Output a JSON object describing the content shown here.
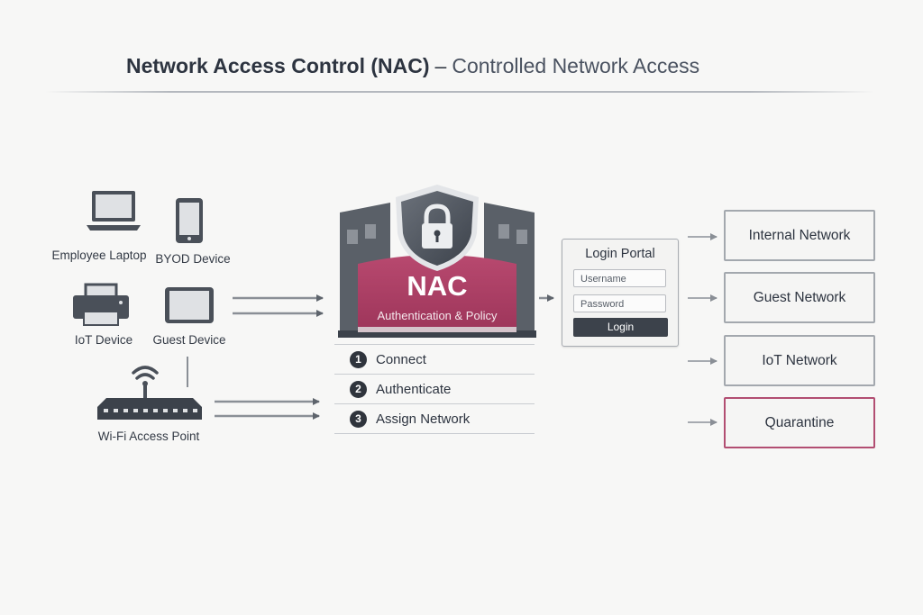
{
  "title": {
    "main": "Network Access Control (NAC)",
    "separator": "–",
    "subtitle": "Controlled Network Access"
  },
  "devices": [
    {
      "label": "Employee Laptop",
      "icon": "laptop-icon"
    },
    {
      "label": "BYOD Device",
      "icon": "phone-icon"
    },
    {
      "label": "IoT Device",
      "icon": "printer-icon"
    },
    {
      "label": "Guest Device",
      "icon": "tablet-icon"
    },
    {
      "label": "Wi-Fi Access Point",
      "icon": "wifi-access-point-icon"
    }
  ],
  "nac": {
    "name": "NAC",
    "caption": "Authentication & Policy",
    "icon": "shield-lock-icon"
  },
  "steps": [
    {
      "num": "1",
      "label": "Connect"
    },
    {
      "num": "2",
      "label": "Authenticate"
    },
    {
      "num": "3",
      "label": "Assign Network"
    }
  ],
  "portal": {
    "title": "Login Portal",
    "username_placeholder": "Username",
    "password_placeholder": "Password",
    "login_label": "Login"
  },
  "networks": [
    {
      "label": "Internal Network"
    },
    {
      "label": "Guest Network"
    },
    {
      "label": "IoT Network"
    },
    {
      "label": "Quarantine"
    }
  ],
  "colors": {
    "accent": "#a83a62",
    "dark": "#3c424b",
    "quarantine_border": "#b24e72"
  }
}
